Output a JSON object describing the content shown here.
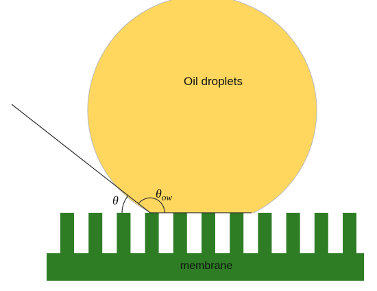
{
  "labels": {
    "droplet": "Oil droplets",
    "theta": "θ",
    "theta_ow_base": "θ",
    "theta_ow_sub": "ow",
    "membrane": "membrane"
  },
  "colors": {
    "droplet_fill": "#FFD75E",
    "droplet_stroke": "#B8B8B8",
    "membrane": "#2E7D25",
    "line": "#333333"
  }
}
